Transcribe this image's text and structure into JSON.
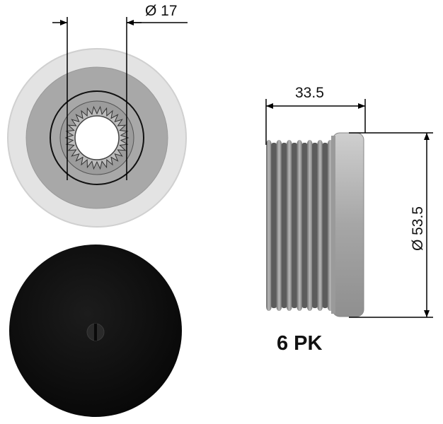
{
  "diagram": {
    "bore_dimension": "Ø 17",
    "width_dimension": "33.5",
    "diameter_dimension": "Ø 53.5",
    "rib_profile": "6 PK"
  },
  "colors": {
    "outer_ring": "#e2e2e2",
    "inner_disc": "#a9a9a9",
    "cap": "#111111",
    "pulley_grooves": "#8c8c8c",
    "pulley_body": "#b3b3b3",
    "lines": "#000000"
  }
}
